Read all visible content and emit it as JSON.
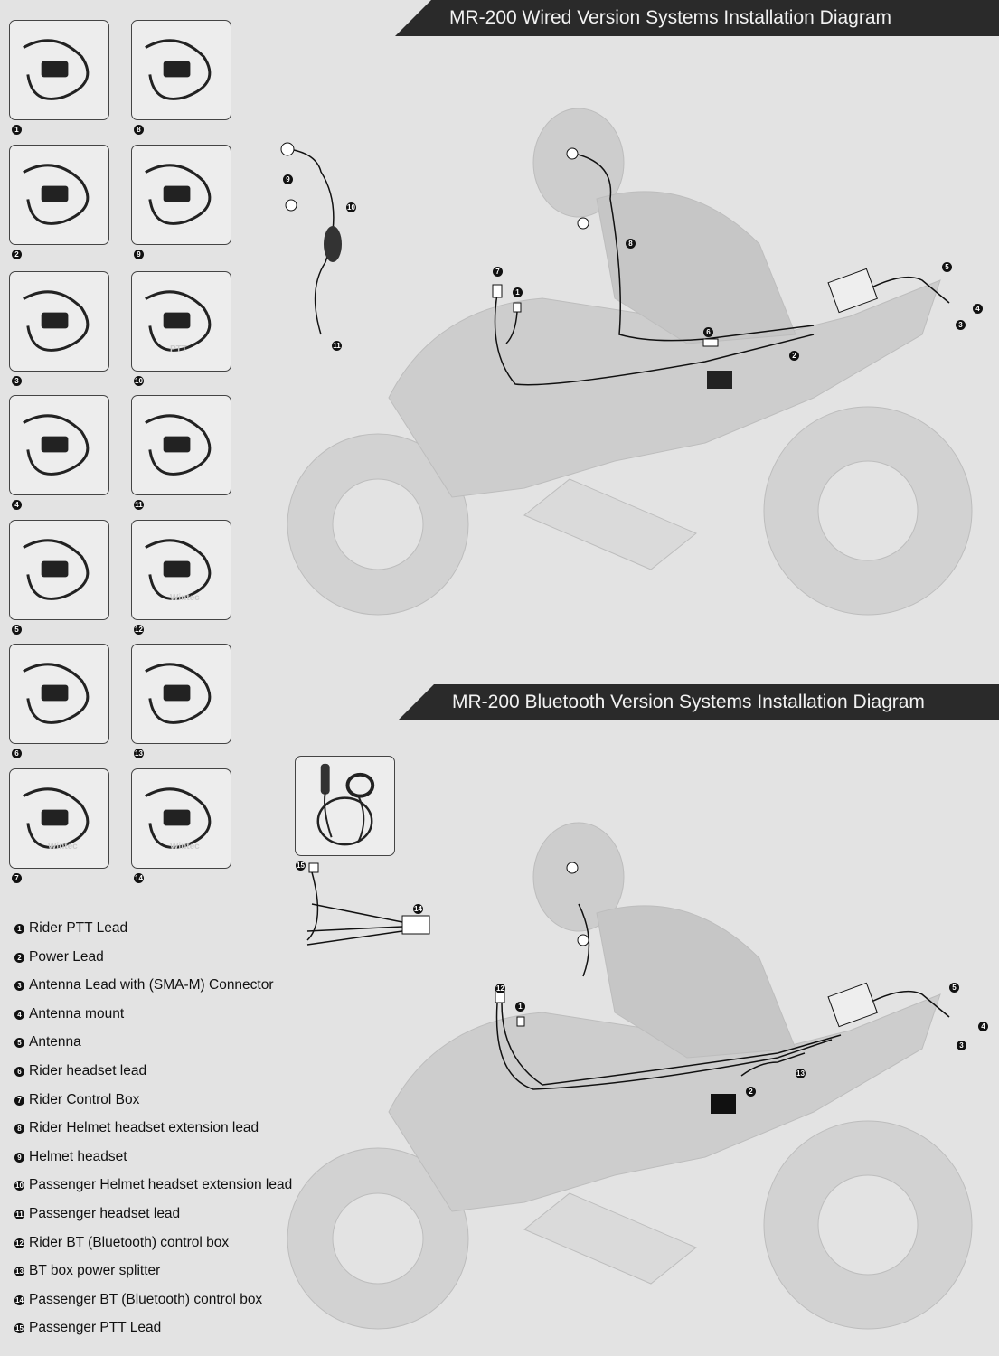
{
  "headers": {
    "wired": "MR-200 Wired Version Systems Installation Diagram",
    "bluetooth": "MR-200 Bluetooth Version Systems Installation Diagram"
  },
  "parts_tiles": [
    {
      "num": "1",
      "icon": "ptt-lead"
    },
    {
      "num": "2",
      "icon": "power-lead"
    },
    {
      "num": "3",
      "icon": "antenna-lead"
    },
    {
      "num": "4",
      "icon": "antenna-mount"
    },
    {
      "num": "5",
      "icon": "antenna"
    },
    {
      "num": "6",
      "icon": "headset-lead"
    },
    {
      "num": "7",
      "icon": "control-box",
      "brand": "Wintec"
    },
    {
      "num": "8",
      "icon": "coiled-extension-lead"
    },
    {
      "num": "9",
      "icon": "helmet-headset"
    },
    {
      "num": "10",
      "icon": "ptt-extension-lead",
      "brand": "PTT"
    },
    {
      "num": "11",
      "icon": "passenger-headset-lead"
    },
    {
      "num": "12",
      "icon": "bt-control-box",
      "brand": "Wintec"
    },
    {
      "num": "13",
      "icon": "power-splitter"
    },
    {
      "num": "14",
      "icon": "passenger-bt-box",
      "brand": "Wintec"
    }
  ],
  "legend": [
    {
      "num": "1",
      "label": "Rider PTT Lead"
    },
    {
      "num": "2",
      "label": "Power Lead"
    },
    {
      "num": "3",
      "label": "Antenna Lead with (SMA-M) Connector"
    },
    {
      "num": "4",
      "label": "Antenna mount"
    },
    {
      "num": "5",
      "label": "Antenna"
    },
    {
      "num": "6",
      "label": "Rider headset lead"
    },
    {
      "num": "7",
      "label": "Rider Control Box"
    },
    {
      "num": "8",
      "label": "Rider Helmet headset extension lead"
    },
    {
      "num": "9",
      "label": "Helmet headset"
    },
    {
      "num": "10",
      "label": "Passenger Helmet headset extension lead"
    },
    {
      "num": "11",
      "label": "Passenger headset lead"
    },
    {
      "num": "12",
      "label": "Rider BT (Bluetooth) control box"
    },
    {
      "num": "13",
      "label": "BT box power splitter"
    },
    {
      "num": "14",
      "label": "Passenger BT (Bluetooth) control box"
    },
    {
      "num": "15",
      "label": "Passenger PTT Lead"
    }
  ],
  "wired_callouts": [
    "9",
    "10",
    "11",
    "7",
    "1",
    "8",
    "6",
    "2",
    "5",
    "4",
    "3"
  ],
  "bt_callouts": [
    "15",
    "14",
    "12",
    "1",
    "13",
    "2",
    "5",
    "4",
    "3"
  ],
  "colors": {
    "background": "#e3e3e3",
    "banner": "#2a2a2a",
    "motorcycle": "#cfcfcf"
  }
}
